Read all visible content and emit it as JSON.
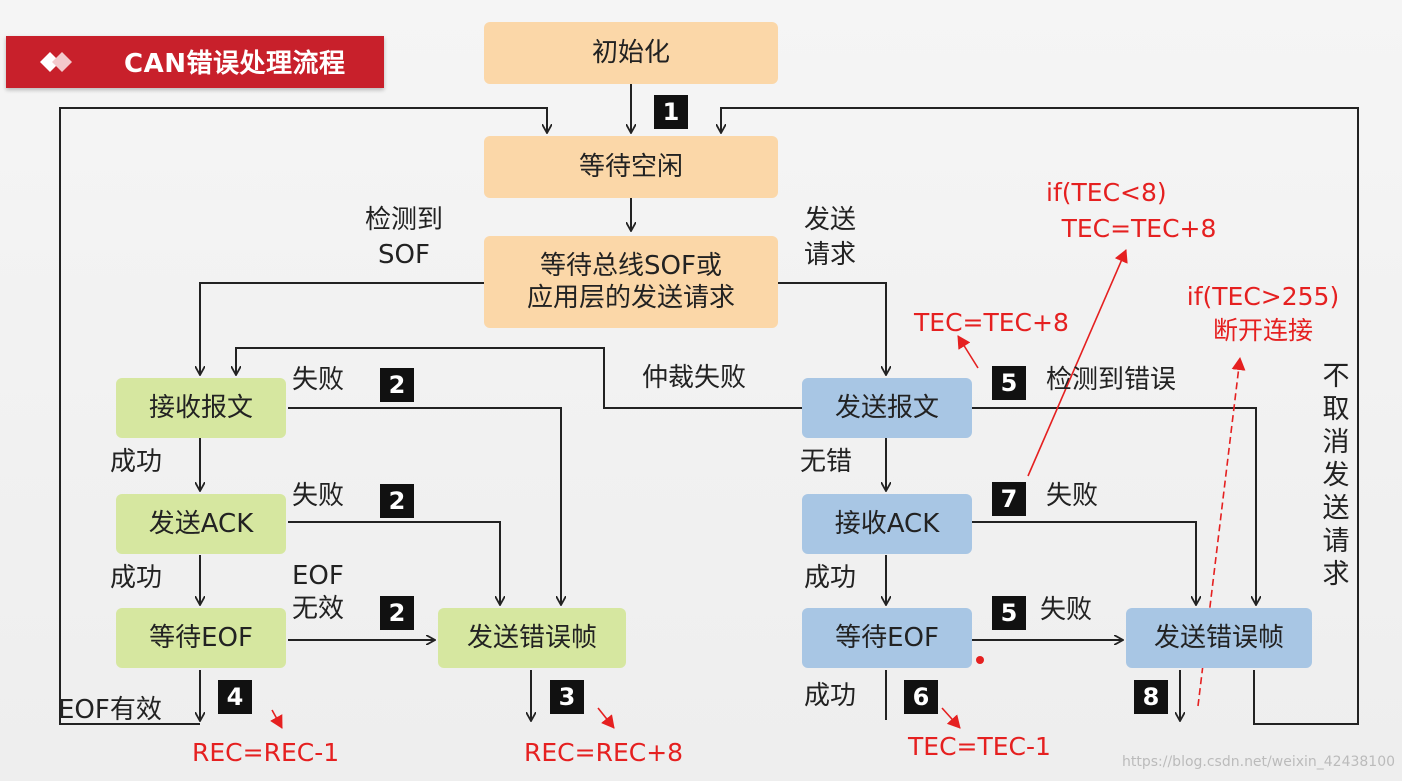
{
  "title": "CAN错误处理流程",
  "boxes": {
    "init": "初始化",
    "idle": "等待空闲",
    "wait_bus_l1": "等待总线SOF或",
    "wait_bus_l2": "应用层的发送请求",
    "recv_msg": "接收报文",
    "send_ack": "发送ACK",
    "wait_eof_left": "等待EOF",
    "send_err_left": "发送错误帧",
    "send_msg": "发送报文",
    "recv_ack": "接收ACK",
    "wait_eof_right": "等待EOF",
    "send_err_right": "发送错误帧"
  },
  "labels": {
    "detect_l1": "检测到",
    "detect_l2": "SOF",
    "send_req_l1": "发送",
    "send_req_l2": "请求",
    "fail1": "失败",
    "fail2": "失败",
    "eof_invalid_l1": "EOF",
    "eof_invalid_l2": "无效",
    "success1": "成功",
    "success2": "成功",
    "eof_valid": "EOF有效",
    "arbitration_lost": "仲裁失败",
    "detect_error": "检测到错误",
    "no_error": "无错",
    "fail_ack": "失败",
    "success_r1": "成功",
    "fail_eof_r": "失败",
    "success_r2": "成功",
    "no_cancel": [
      "不",
      "取",
      "消",
      "发",
      "送",
      "请",
      "求"
    ]
  },
  "badges": {
    "b1": "1",
    "b2a": "2",
    "b2b": "2",
    "b2c": "2",
    "b3": "3",
    "b4": "4",
    "b5a": "5",
    "b5b": "5",
    "b6": "6",
    "b7": "7",
    "b8": "8"
  },
  "annotations": {
    "tec_lt8_l1": "if(TEC<8)",
    "tec_lt8_l2": "TEC=TEC+8",
    "tec_plus8": "TEC=TEC+8",
    "tec_gt255_l1": "if(TEC>255)",
    "tec_gt255_l2": "断开连接",
    "rec_minus": "REC=REC-1",
    "rec_plus": "REC=REC+8",
    "tec_minus": "TEC=TEC-1"
  },
  "watermark": "https://blog.csdn.net/weixin_42438100",
  "colors": {
    "title_bar": "#c8202b",
    "orange_box": "#fbd7a8",
    "green_box": "#d6e7a0",
    "blue_box": "#a8c6e4",
    "annotation": "#e52020"
  }
}
